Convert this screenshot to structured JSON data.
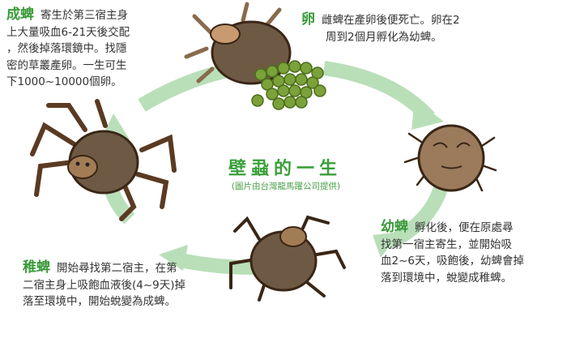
{
  "center": {
    "title": "壁蝨的一生",
    "credit": "(圖片由台灣龍馬躍公司提供)"
  },
  "stages": {
    "adult": {
      "heading": "成蜱",
      "lines": [
        "寄生於第三宿主身",
        "上大量吸血6-21天後交配",
        "，然後掉落環鏡中。找隱",
        "密的草叢產卵。一生可生",
        "下1000~10000個卵。"
      ]
    },
    "egg": {
      "heading": "卵",
      "lines": [
        "雌蜱在產卵後便死亡。卵在2",
        "周到2個月孵化為幼蜱。"
      ]
    },
    "larva": {
      "heading": "幼蜱",
      "lines": [
        "孵化後，便在原處尋",
        "找第一宿主寄生，並開始吸",
        "血2~6天，吸飽後，幼蜱會掉",
        "落到環境中，蛻變成稚蜱。"
      ]
    },
    "nymph": {
      "heading": "稚蜱",
      "lines": [
        "開始尋找第二宿主，在第",
        "二宿主身上吸飽血液後(4~9天)掉",
        "落至環境中，開始蛻變為成蜱。"
      ]
    }
  },
  "colors": {
    "cycle_green": "#b9dfb9",
    "heading_green": "#3a9a3a",
    "tick_brown": "#7a5236",
    "egg_green": "#7ba23a"
  }
}
